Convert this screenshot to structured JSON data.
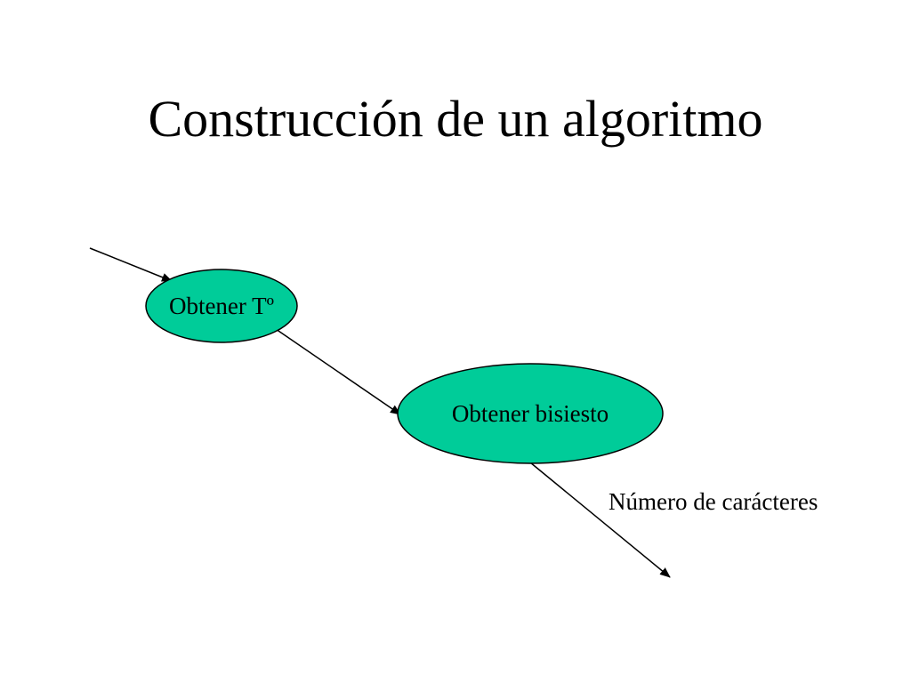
{
  "slide": {
    "title": "Construcción de un algoritmo"
  },
  "diagram": {
    "node_fill": "#00CC99",
    "node_stroke": "#000000",
    "nodes": [
      {
        "label": "Obtener Tº"
      },
      {
        "label": "Obtener bisiesto"
      }
    ],
    "output_label": "Número de carácteres"
  }
}
